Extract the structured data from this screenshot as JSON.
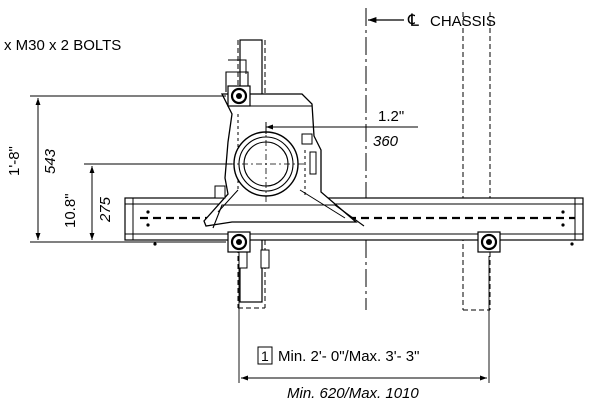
{
  "labels": {
    "bolts": "x M30 x 2 BOLTS",
    "centerline_symbol": "℄",
    "chassis": "CHASSIS",
    "dim_offset_imperial": "1.2\"",
    "dim_offset_metric": "360",
    "dim_height_total_imperial": "1'-8\"",
    "dim_height_total_metric": "543",
    "dim_height_lower_imperial": "10.8\"",
    "dim_height_lower_metric": "275",
    "note_number": "1",
    "spacing_imperial": "Min. 2'- 0\"/Max. 3'- 3\"",
    "spacing_metric": "Min. 620/Max. 1010"
  }
}
